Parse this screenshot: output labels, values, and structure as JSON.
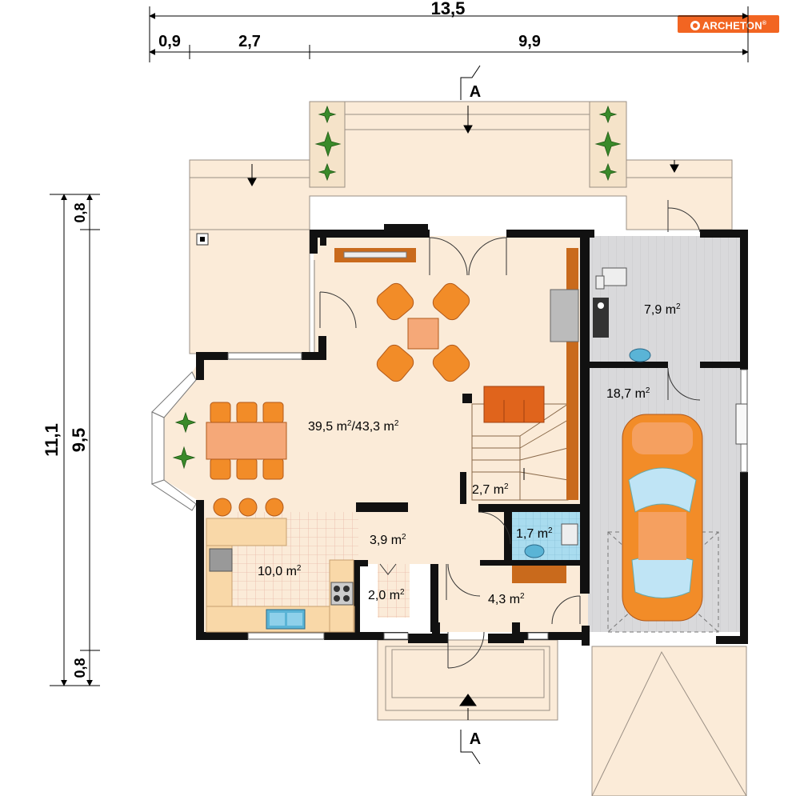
{
  "brand": {
    "name": "ARCHETON",
    "reg": "®"
  },
  "dimensions": {
    "top_total": "13,5",
    "top_a": "0,9",
    "top_b": "2,7",
    "top_c": "9,9",
    "left_total": "11,1",
    "left_a": "0,8",
    "left_b": "9,5",
    "left_c": "0,8"
  },
  "section_marks": {
    "top": "A",
    "bottom": "A"
  },
  "rooms": {
    "living": "39,5 m",
    "living_b": "/43,3 m",
    "boiler": "7,9 m",
    "garage": "18,7 m",
    "stairs": "2,7 m",
    "bath": "1,7 m",
    "hall": "3,9 m",
    "kitchen": "10,0 m",
    "pantry": "2,0 m",
    "vestibule": "4,3 m",
    "sup": "2"
  },
  "colors": {
    "floor": "#fbebd8",
    "wall": "#111111",
    "garage_floor": "#d9d9db",
    "bath_floor": "#a9dcef",
    "furniture": "#f28c28",
    "wood": "#c96a1c"
  }
}
